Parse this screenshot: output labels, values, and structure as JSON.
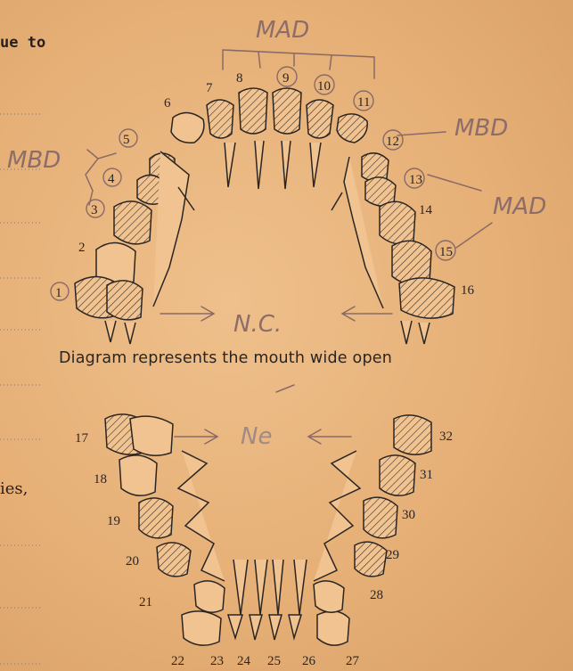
{
  "left_fragments": [
    "ue to",
    "ies,"
  ],
  "caption": "Diagram represents the mouth wide open",
  "annotations": {
    "mad_top": "MAD",
    "mbd_left": "MBD",
    "mbd_right": "MBD",
    "mad_right": "MAD",
    "nc_upper": "N.C.",
    "nc_lower": "Ne"
  },
  "upper_arch": {
    "numbers": [
      "1",
      "2",
      "3",
      "4",
      "5",
      "6",
      "7",
      "8",
      "9",
      "10",
      "11",
      "12",
      "13",
      "14",
      "15",
      "16"
    ],
    "circled": [
      "1",
      "3",
      "4",
      "5",
      "9",
      "10",
      "11",
      "12",
      "13",
      "15"
    ],
    "hatched": [
      "1",
      "2",
      "3",
      "4",
      "5",
      "7",
      "8",
      "9",
      "10",
      "11",
      "12",
      "13",
      "14",
      "15",
      "16"
    ]
  },
  "lower_arch": {
    "numbers": [
      "17",
      "18",
      "19",
      "20",
      "21",
      "22",
      "23",
      "24",
      "25",
      "26",
      "27",
      "28",
      "29",
      "30",
      "31",
      "32"
    ],
    "hatched": [
      "17",
      "19",
      "20",
      "29",
      "30",
      "31",
      "32"
    ]
  }
}
